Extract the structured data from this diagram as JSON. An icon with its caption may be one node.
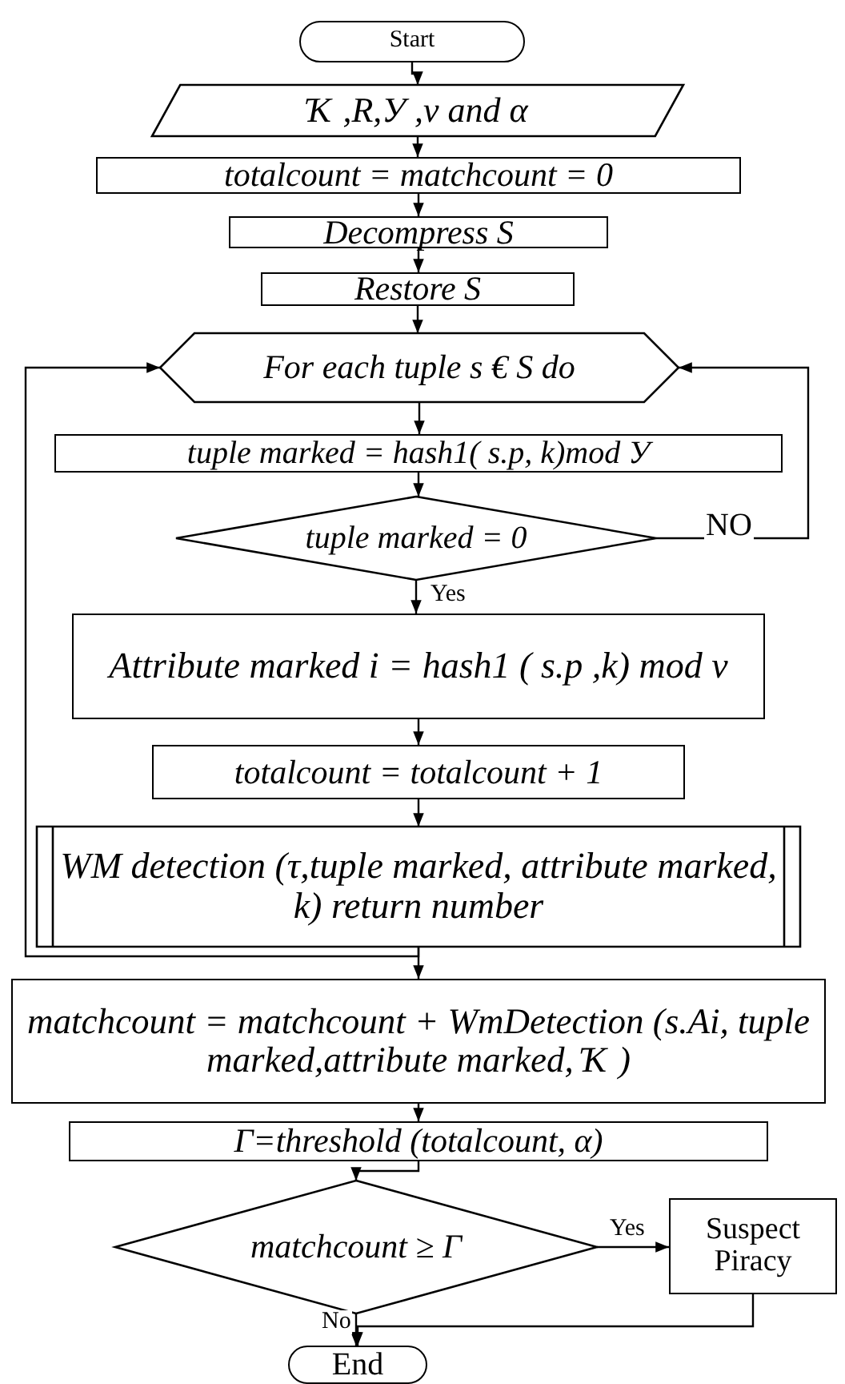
{
  "diagram": {
    "nodes": [
      {
        "text": [
          "Start"
        ]
      },
      {
        "text": [
          "Ҡ ,R,У ,v and α"
        ]
      },
      {
        "text": [
          "totalcount = matchcount = 0"
        ]
      },
      {
        "text": [
          "Decompress S"
        ]
      },
      {
        "text": [
          "Restore S"
        ]
      },
      {
        "text": [
          "For each tuple s € S do"
        ]
      },
      {
        "text": [
          "tuple marked = hash1( s.p, k)mod У"
        ]
      },
      {
        "text": [
          "tuple marked = 0"
        ]
      },
      {
        "text": [
          "Attribute marked i = hash1 ( s.p ,k) mod v"
        ]
      },
      {
        "text": [
          "totalcount = totalcount + 1"
        ]
      },
      {
        "text": [
          "WM detection (τ,tuple marked, attribute marked, k) return number"
        ]
      },
      {
        "text": [
          "matchcount = matchcount + WmDetection (s.Ai, tuple marked,attribute marked, Ҡ )"
        ]
      },
      {
        "text": [
          "Г=threshold (totalcount, α)"
        ]
      },
      {
        "text": [
          "matchcount ≥ Г"
        ]
      },
      {
        "text": [
          "Suspect Piracy"
        ]
      },
      {
        "text": [
          "End"
        ]
      }
    ],
    "edges": [
      {
        "from": 0,
        "to": 1,
        "arrow": "to"
      },
      {
        "from": 1,
        "to": 2,
        "arrow": "to"
      },
      {
        "from": 2,
        "to": 3,
        "arrow": "to"
      },
      {
        "from": 3,
        "to": 4,
        "arrow": "to"
      },
      {
        "from": 4,
        "to": 5,
        "arrow": "to"
      },
      {
        "from": 5,
        "to": 6,
        "arrow": "to"
      },
      {
        "from": 6,
        "to": 7,
        "arrow": "to"
      },
      {
        "from": 7,
        "to": 8,
        "arrow": "to",
        "label": "Yes"
      },
      {
        "from": 7,
        "to": 5,
        "arrow": "to",
        "label": "NO"
      },
      {
        "from": 8,
        "to": 9,
        "arrow": "to"
      },
      {
        "from": 9,
        "to": 10,
        "arrow": "to"
      },
      {
        "from": 10,
        "to": 5,
        "arrow": "to"
      },
      {
        "from": 10,
        "to": 11,
        "arrow": "to"
      },
      {
        "from": 11,
        "to": 12,
        "arrow": "to"
      },
      {
        "from": 12,
        "to": 13,
        "arrow": "to"
      },
      {
        "from": 13,
        "to": 14,
        "arrow": "to",
        "label": "Yes"
      },
      {
        "from": 13,
        "to": 15,
        "arrow": "to",
        "label": "No"
      },
      {
        "from": 14,
        "to": 15,
        "arrow": "to"
      }
    ]
  }
}
